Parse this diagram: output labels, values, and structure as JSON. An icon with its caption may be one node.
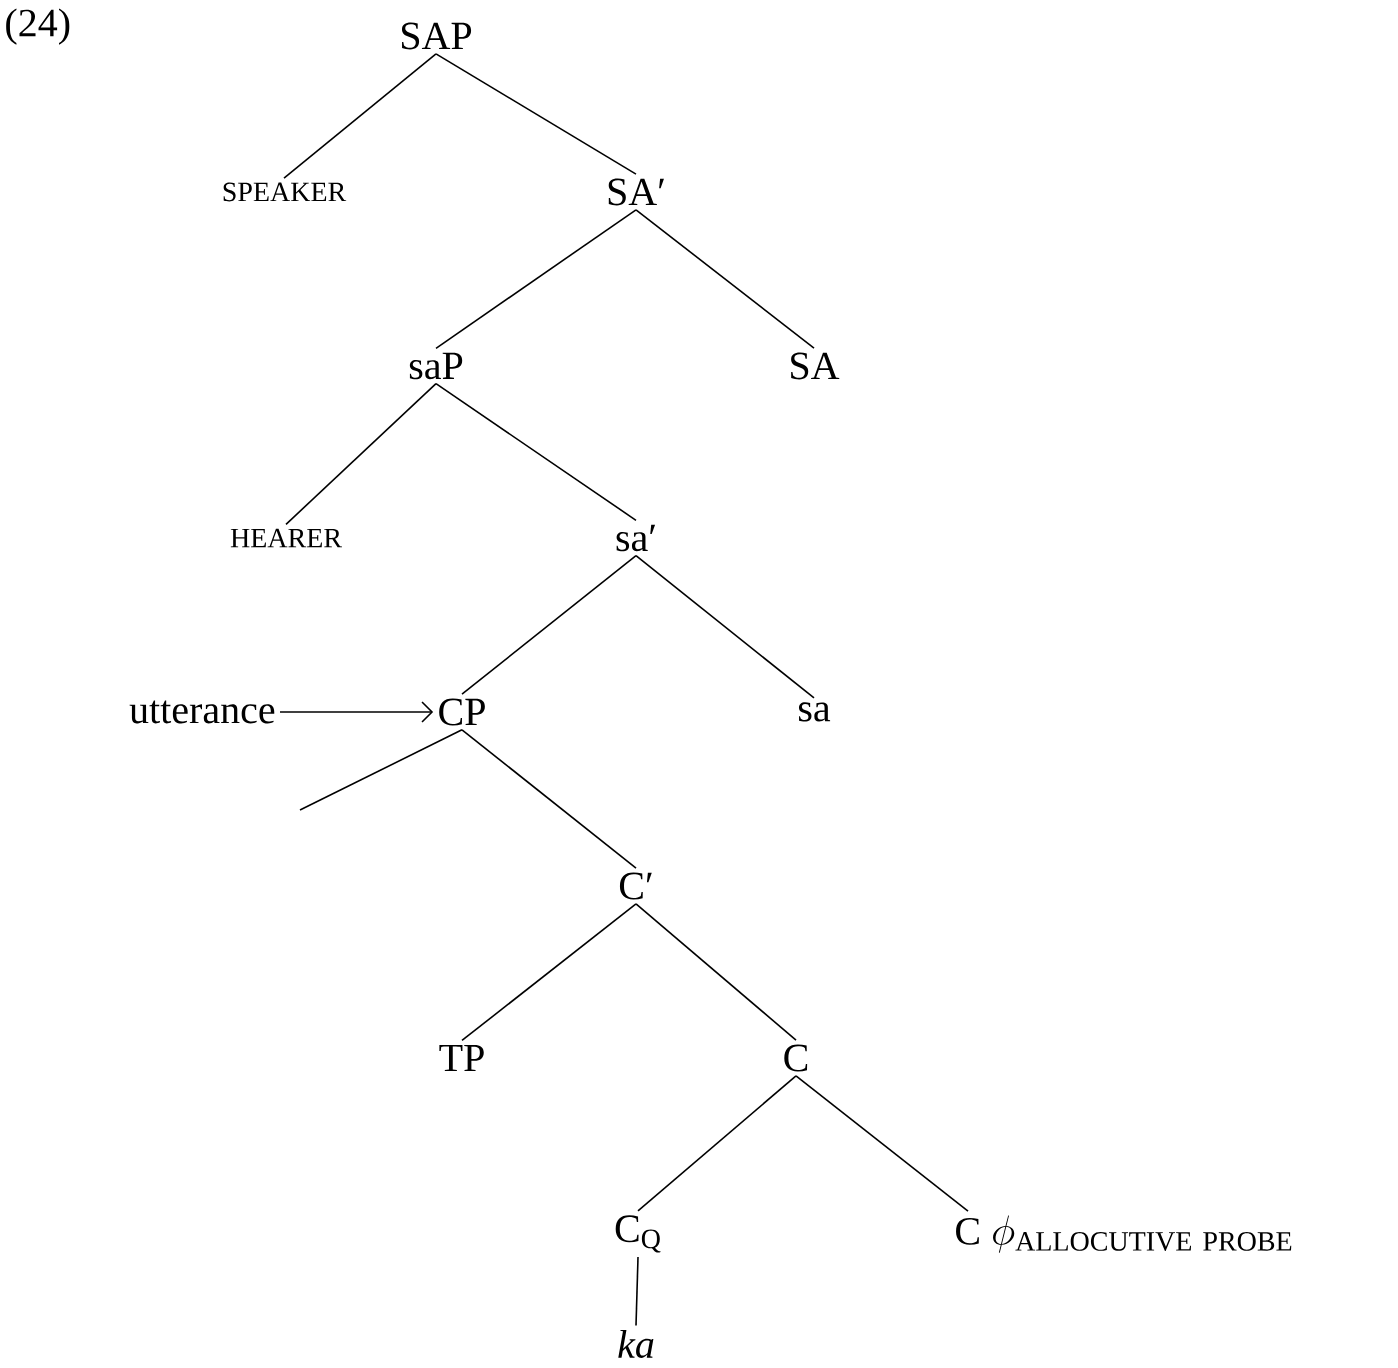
{
  "diagram": {
    "nodes": [
      {
        "text": [
          "SAP"
        ]
      },
      {
        "text": [
          "SPEAKER"
        ]
      },
      {
        "text": [
          "SA′"
        ]
      },
      {
        "text": [
          "saP"
        ]
      },
      {
        "text": [
          "SA"
        ]
      },
      {
        "text": [
          "HEARER"
        ]
      },
      {
        "text": [
          "sa′"
        ]
      },
      {
        "text": [
          "utterance"
        ]
      },
      {
        "text": [
          "CP"
        ]
      },
      {
        "text": [
          "sa"
        ]
      },
      {
        "text": [
          "C′"
        ]
      },
      {
        "text": [
          "TP"
        ]
      },
      {
        "text": [
          "C"
        ]
      },
      {
        "text": [
          "C$_{Q}$"
        ]
      },
      {
        "text": [
          "\\mathrm{C}\\ \\phi_{\\mathrm{ALLOCUTIVE\\ PROBE}}"
        ]
      },
      {
        "text": [
          "*ka*"
        ]
      }
    ],
    "edges": [
      {
        "from": 0,
        "to": 1,
        "arrow": "none"
      },
      {
        "from": 0,
        "to": 2,
        "arrow": "none"
      },
      {
        "from": 2,
        "to": 3,
        "arrow": "none"
      },
      {
        "from": 2,
        "to": 4,
        "arrow": "none"
      },
      {
        "from": 3,
        "to": 5,
        "arrow": "none"
      },
      {
        "from": 3,
        "to": 6,
        "arrow": "none"
      },
      {
        "from": 7,
        "to": 8,
        "arrow": "to"
      },
      {
        "from": 6,
        "to": 8,
        "arrow": "none"
      },
      {
        "from": 6,
        "to": 9,
        "arrow": "none"
      },
      {
        "from": 8,
        "to": null,
        "arrow": "none"
      },
      {
        "from": 8,
        "to": 10,
        "arrow": "none"
      },
      {
        "from": 10,
        "to": 11,
        "arrow": "none"
      },
      {
        "from": 10,
        "to": 12,
        "arrow": "none"
      },
      {
        "from": 12,
        "to": 13,
        "arrow": "none"
      },
      {
        "from": 12,
        "to": 14,
        "arrow": "none"
      },
      {
        "from": 13,
        "to": 15,
        "arrow": "none"
      }
    ],
    "labels": [
      "(24)"
    ]
  }
}
